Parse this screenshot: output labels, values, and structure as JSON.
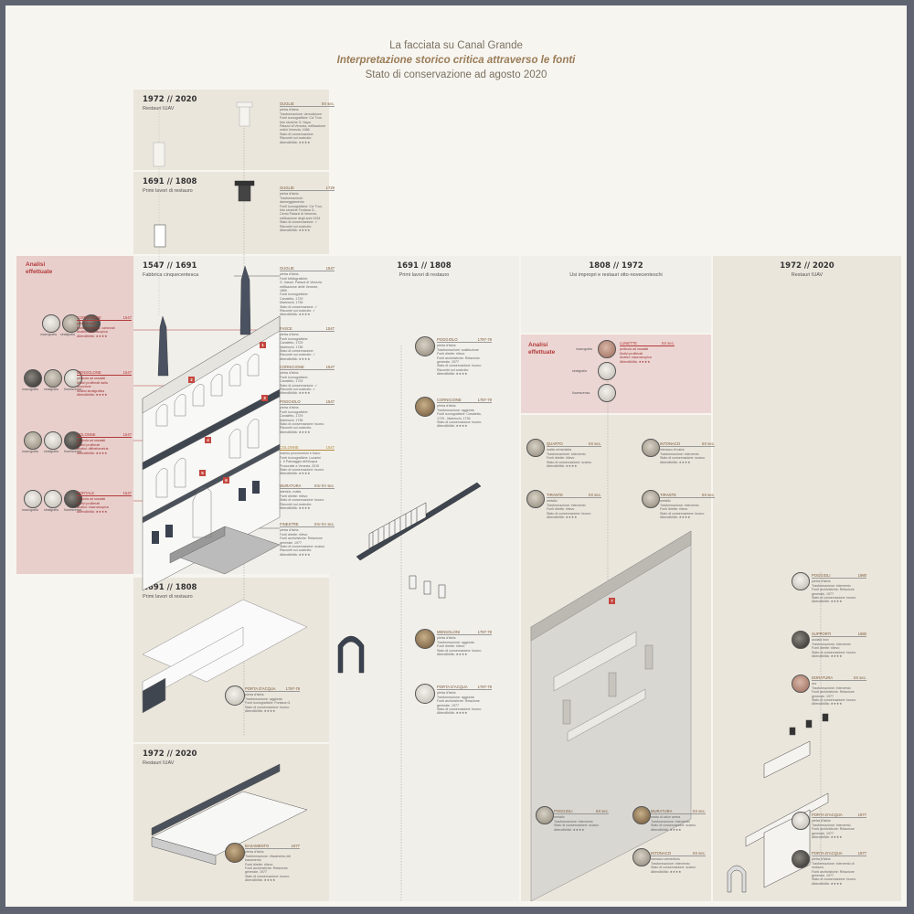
{
  "title": {
    "line1": "La facciata su Canal Grande",
    "line2": "Interpretazione storico critica attraverso le fonti",
    "line3": "Stato di conservazione ad agosto 2020"
  },
  "panels": {
    "p_top_1972": {
      "year": "1972 // 2020",
      "subtitle": "Restauri IUAV"
    },
    "p_top_1691": {
      "year": "1691 // 1808",
      "subtitle": "Primi lavori di restauro"
    },
    "p_main_1547": {
      "year": "1547 // 1691",
      "subtitle": "Fabbrica cinquecentesca"
    },
    "p_mid_1691": {
      "year": "1691 // 1808",
      "subtitle": "Primi lavori di restauro"
    },
    "p_low_1691": {
      "year": "1691 // 1808",
      "subtitle": "Primi lavori di restauro"
    },
    "p_low_1972": {
      "year": "1972 // 2020",
      "subtitle": "Restauri IUAV"
    },
    "p_1808": {
      "year": "1808 // 1972",
      "subtitle": "Usi impropri e restauri otto-novecenteschi"
    },
    "p_right_1972": {
      "year": "1972 // 2020",
      "subtitle": "Restauri IUAV"
    }
  },
  "analisi": {
    "left": "Analisi\neffettuate",
    "mid": "Analisi\neffettuate"
  },
  "captions": {
    "macro": "macrografia",
    "stratigraphy": "stratigrafia",
    "xrf": "fluorescenza"
  },
  "notes": {
    "guglie_2020": {
      "name": "GUGLIE",
      "date": "XX sec.",
      "lines": [
        "pietra d'Istria",
        "Trasformazione: demolizione",
        "Fonti iconografiche: Cà' Tron",
        "foto storiche G. Naya",
        "Palazzi di Venezia, edificazione",
        "ordini Venezia, 1986",
        "Stato di conservazione:",
        "Riscontri sul costruito:",
        "Attendibilità: ★★★★"
      ]
    },
    "guglie_1729": {
      "name": "GUGLIE",
      "date": "1729",
      "lines": [
        "pietra d'Istria",
        "Trasformazione:",
        "danneggiamento",
        "Fonti iconografiche: Cà' Tron,",
        "foto storiche Fontana G.,",
        "Cento Palazzi di Venezia,",
        "edificazione degli anni 1934",
        "Stato di conservazione: ✓",
        "Riscontri sul costruito:",
        "Attendibilità: ★★★★"
      ]
    },
    "guglie_1547": {
      "name": "GUGLIE",
      "date": "1547",
      "lines": [
        "pietra d'Istria",
        "Fonti bibliografiche:",
        "G. Vasari, Palazzi di Venezia",
        "edificazione delle Venezie,",
        "1860",
        "Fonti iconografiche:",
        "Canaletto, 1729",
        "Marieschi, 1736",
        "Stato di conservazione: ✓",
        "Riscontri sul costruito: ✓",
        "Attendibilità: ★★★★"
      ]
    },
    "fasce": {
      "name": "FASCE",
      "date": "1547",
      "lines": [
        "pietra d'Istria",
        "Fonti iconografiche:",
        "Canaletto, 1729",
        "Marieschi, 1736",
        "Stato di conservazione:",
        "Riscontri sul costruito: ✓",
        "Attendibilità: ★★★★"
      ]
    },
    "cornicione_b": {
      "name": "CORNICIONE",
      "date": "1547",
      "lines": [
        "pietra d'Istria",
        "Fonti iconografiche:",
        "Canaletto, 1729",
        "Stato di conservazione: ✓",
        "Riscontri sul costruito: ✓",
        "Attendibilità: ★★★★"
      ]
    },
    "poggiolo_b": {
      "name": "POGGIOLO",
      "date": "1547",
      "lines": [
        "pietra d'Istria",
        "Fonti iconografiche:",
        "Canaletto, 1729",
        "Marieschi, 1736",
        "Stato di conservazione: buono",
        "Riscontri sul costruito:",
        "Attendibilità: ★★★★"
      ]
    },
    "colonne_b": {
      "name": "COLONNE",
      "date": "1547",
      "lines": [
        "marmo proconnesio e fosco",
        "Fonti iconografiche: Lucarini",
        "L. Il Paesaggio dell'Acqua",
        "Procuratie a Venezia, 2015",
        "Stato di conservazione: buono",
        "Attendibilità: ★★★★"
      ]
    },
    "muratura_b": {
      "name": "MURATURA",
      "date": "XIV-XV sec.",
      "lines": [
        "laterizio, malta",
        "Fonti dirette: rilievo",
        "Stato di conservazione: buono",
        "Riscontri sul costruito:",
        "Attendibilità: ★★★★"
      ]
    },
    "finestre": {
      "name": "FINESTRE",
      "date": "XIV-XV sec.",
      "lines": [
        "pietra d'Istria",
        "Fonti dirette: rilievo",
        "Fonti archivistiche: Relazione",
        "generale, 1977",
        "Stato di conservazione: scarso",
        "Riscontri sul costruito:",
        "Attendibilità: ★★★★"
      ]
    },
    "cornicione_r": {
      "name": "CORNICIONE",
      "date": "1547",
      "lines": [
        "pietra d'Istria",
        "Motivi proliferati, cantonali",
        "Analisi macroscopica",
        "Attendibilità: ★★★★"
      ]
    },
    "mensolone_r": {
      "name": "MENSOLONE",
      "date": "1547",
      "lines": [
        "pellicola ad ossalati",
        "Motivi proliferati dalla",
        "rimozione",
        "Analisi stratigrafica",
        "Attendibilità: ★★★★"
      ]
    },
    "colonne_r": {
      "name": "COLONNE",
      "date": "1547",
      "lines": [
        "pellicola ad ossalati",
        "Motivi proliferati",
        "Analisi: diffrattometria",
        "Attendibilità: ★★★★"
      ]
    },
    "portale_r": {
      "name": "PORTALE",
      "date": "1547",
      "lines": [
        "pellicola ad ossalati",
        "Motivi proliferati",
        "Analisi: macroscopica",
        "Attendibilità: ★★★★"
      ]
    },
    "poggiolo_m": {
      "name": "POGGIOLO",
      "date": "1797-79",
      "lines": [
        "pietra d'Istria",
        "Trasformazione: sostituzione",
        "Fonti dirette: rilievo",
        "Fonti archivistiche: Relazione",
        "generale, 1977",
        "Stato di conservazione: buono",
        "Riscontri sul costruito:",
        "Attendibilità: ★★★★"
      ]
    },
    "cornicione_m": {
      "name": "CORNICIONE",
      "date": "1797-79",
      "lines": [
        "pietra d'Istria",
        "Trasformazione: aggiunta",
        "Fonti iconografiche: Canaletto,",
        "1729 - Marieschi, 1736",
        "Stato di conservazione: buono",
        "Attendibilità: ★★★★"
      ]
    },
    "mensolone_m": {
      "name": "MENSOLONI",
      "date": "1797-79",
      "lines": [
        "pietra d'Istria",
        "Trasformazione: aggiunta",
        "Fonti dirette: rilievo",
        "Stato di conservazione: buono",
        "Attendibilità: ★★★★"
      ]
    },
    "porta_acqua_m": {
      "name": "PORTA D'ACQUA",
      "date": "1797-79",
      "lines": [
        "pietra d'Istria",
        "Trasformazione: aggiunta",
        "Fonti archivistiche: Relazione generale, 1977",
        "Stato di conservazione: buono",
        "Attendibilità: ★★★★"
      ]
    },
    "porta_acqua_l": {
      "name": "PORTA D'ACQUA",
      "date": "1797-79",
      "lines": [
        "pietra d'Istria",
        "Trasformazione: aggiunta",
        "Fonti iconografiche: Fontana G.",
        "Stato di conservazione: buono",
        "Attendibilità: ★★★★"
      ]
    },
    "basamento": {
      "name": "BASAMENTO",
      "date": "1977",
      "lines": [
        "pietra d'Istria",
        "Trasformazione: rifacimento del basamento",
        "Fonti dirette: rilievo",
        "Fonti archivistiche: Relazione generale, 1977",
        "Stato di conservazione: buono",
        "Attendibilità: ★★★★"
      ]
    },
    "lunette": {
      "name": "LUNETTE",
      "date": "XX sec.",
      "lines": [
        "pellicola ad ossalati",
        "Motivi proliferati",
        "Analisi: macroscopica",
        "Attendibilità: ★★★★"
      ]
    },
    "quarto": {
      "name": "QUARTO",
      "date": "XX sec.",
      "lines": [
        "malta cementizia",
        "Trasformazione: intervento",
        "Fonti dirette: rilievo",
        "Stato di conservazione: scarso",
        "Attendibilità: ★★★★"
      ]
    },
    "intonaco_t": {
      "name": "INTONACO",
      "date": "XX sec.",
      "lines": [
        "intonaco di calce",
        "Trasformazione: intervento",
        "Stato di conservazione: scarso",
        "Attendibilità: ★★★★"
      ]
    },
    "tirante_l": {
      "name": "TIRANTE",
      "date": "XX sec.",
      "lines": [
        "metallo",
        "Trasformazione: intervento",
        "Fonti dirette: rilievo",
        "Stato di conservazione: buono",
        "Attendibilità: ★★★★"
      ]
    },
    "tirante_r": {
      "name": "TIRANTE",
      "date": "XX sec.",
      "lines": [
        "metallo",
        "Trasformazione: intervento",
        "Fonti dirette: rilievo",
        "Stato di conservazione: buono",
        "Attendibilità: ★★★★"
      ]
    },
    "poggioli_b": {
      "name": "POGGIOLI",
      "date": "XX sec.",
      "lines": [
        "metallo",
        "Trasformazione: intervento",
        "Stato di conservazione: scarso",
        "Attendibilità: ★★★★"
      ]
    },
    "muratura_s": {
      "name": "MURATURA",
      "date": "XX sec.",
      "lines": [
        "malta di calce aerea",
        "Trasformazione: intervento",
        "Stato di conservazione: scarso",
        "Attendibilità: ★★★★"
      ]
    },
    "intonaco_b": {
      "name": "INTONACO",
      "date": "XX sec.",
      "lines": [
        "intonaco cementizio",
        "Trasformazione: intervento",
        "Stato di conservazione: scarso",
        "Attendibilità: ★★★★"
      ]
    },
    "poggioli_r": {
      "name": "POGGIOLI",
      "date": "1980",
      "lines": [
        "pietra d'Istria",
        "Trasformazione: intervento",
        "Fonti archivistiche: Relazione",
        "generale, 1977",
        "Stato di conservazione: buono",
        "Attendibilità: ★★★★"
      ]
    },
    "supporti": {
      "name": "SUPPORTI",
      "date": "1980",
      "lines": [
        "acciaio inox",
        "Trasformazione: intervento",
        "Fonti dirette: rilievo",
        "Stato di conservazione: buono",
        "Attendibilità: ★★★★"
      ]
    },
    "doratura": {
      "name": "DORATURA",
      "date": "XX sec.",
      "lines": [
        "oro",
        "Trasformazione: intervento",
        "Fonti archivistiche: Relazione",
        "generale, 1977",
        "Stato di conservazione: buono",
        "Attendibilità: ★★★★"
      ]
    },
    "porta_acqua_r1": {
      "name": "PORTA D'ACQUA",
      "date": "1977",
      "lines": [
        "pietra d'Istria",
        "Trasformazione: intervento",
        "Fonti archivistiche: Relazione generale, 1977",
        "Attendibilità: ★★★★"
      ]
    },
    "porta_acqua_r2": {
      "name": "PORTA D'ACQUA",
      "date": "1977",
      "lines": [
        "pietra d'Istria",
        "Trasformazione: intervento di restauro",
        "Fonti archivistiche: Relazione generale, 1977",
        "Stato di conservazione: buono",
        "Attendibilità: ★★★★"
      ]
    }
  },
  "badges": [
    "1",
    "2",
    "3",
    "4",
    "5",
    "6",
    "7"
  ]
}
